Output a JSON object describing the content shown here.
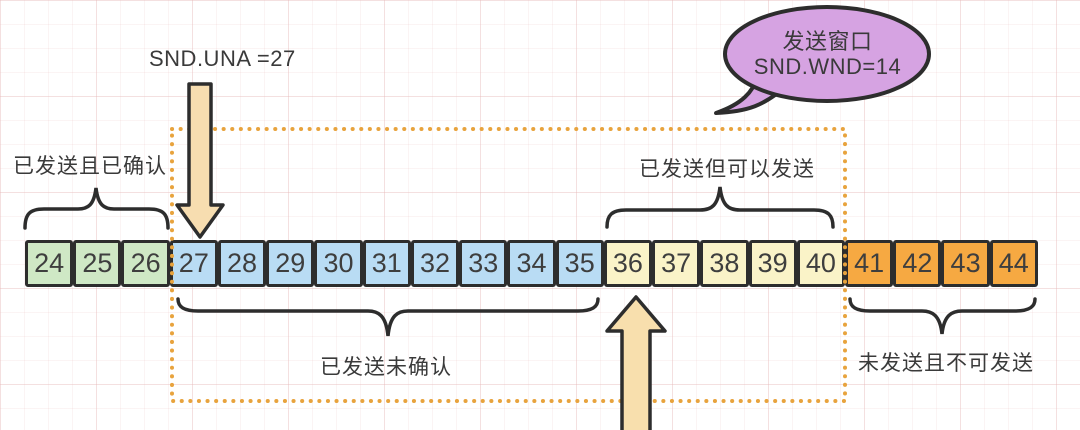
{
  "pointer": {
    "label": "SND.UNA =27"
  },
  "bubble": {
    "line1": "发送窗口",
    "line2": "SND.WND=14"
  },
  "region_labels": {
    "sent_acked": "已发送且已确认",
    "sent_not_acked": "已发送未确认",
    "sent_can_send": "已发送但可以发送",
    "not_sent_cannot_send": "未发送且不可发送"
  },
  "sequence": {
    "cells": [
      {
        "value": 24,
        "state": "acked"
      },
      {
        "value": 25,
        "state": "acked"
      },
      {
        "value": 26,
        "state": "acked"
      },
      {
        "value": 27,
        "state": "not_acked"
      },
      {
        "value": 28,
        "state": "not_acked"
      },
      {
        "value": 29,
        "state": "not_acked"
      },
      {
        "value": 30,
        "state": "not_acked"
      },
      {
        "value": 31,
        "state": "not_acked"
      },
      {
        "value": 32,
        "state": "not_acked"
      },
      {
        "value": 33,
        "state": "not_acked"
      },
      {
        "value": 34,
        "state": "not_acked"
      },
      {
        "value": 35,
        "state": "not_acked"
      },
      {
        "value": 36,
        "state": "can_send"
      },
      {
        "value": 37,
        "state": "can_send"
      },
      {
        "value": 38,
        "state": "can_send"
      },
      {
        "value": 39,
        "state": "can_send"
      },
      {
        "value": 40,
        "state": "can_send"
      },
      {
        "value": 41,
        "state": "cannot_send"
      },
      {
        "value": 42,
        "state": "cannot_send"
      },
      {
        "value": 43,
        "state": "cannot_send"
      },
      {
        "value": 44,
        "state": "cannot_send"
      }
    ]
  },
  "colors": {
    "acked": "#cfe8c5",
    "not_acked": "#b9dcf4",
    "can_send": "#faf3c8",
    "cannot_send": "#f6a942",
    "window_dotted": "#e8a33d",
    "bubble_fill": "#d6a3e2",
    "down_arrow_fill": "#f7ddb0",
    "up_arrow_fill": "#f8dfad",
    "stroke_dark": "#2d2d2d"
  }
}
